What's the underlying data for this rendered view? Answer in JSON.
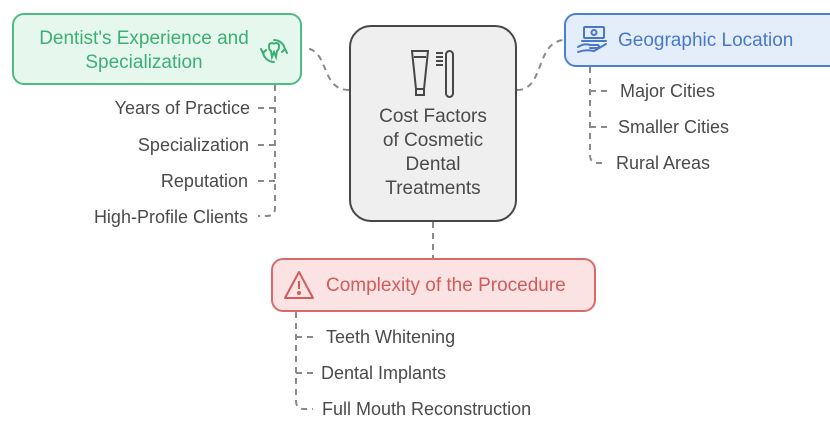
{
  "center": {
    "title_lines": [
      "Cost Factors",
      "of Cosmetic",
      "Dental",
      "Treatments"
    ],
    "icon": "toothpaste-toothbrush-icon"
  },
  "branches": [
    {
      "id": "experience",
      "title_lines": [
        "Dentist's Experience and",
        "Specialization"
      ],
      "icon": "tooth-cycle-icon",
      "color": "#4dbb82",
      "children": [
        "Years of Practice",
        "Specialization",
        "Reputation",
        "High-Profile Clients"
      ]
    },
    {
      "id": "location",
      "title": "Geographic Location",
      "icon": "money-hand-icon",
      "color": "#4c7fd4",
      "children": [
        "Major Cities",
        "Smaller Cities",
        "Rural Areas"
      ]
    },
    {
      "id": "complexity",
      "title": "Complexity of the Procedure",
      "icon": "warning-triangle-icon",
      "color": "#d86a6a",
      "children": [
        "Teeth Whitening",
        "Dental Implants",
        "Full Mouth Reconstruction"
      ]
    }
  ],
  "colors": {
    "connector": "#8a8a8a",
    "center_border": "#474747",
    "text": "#4a4a4a"
  }
}
